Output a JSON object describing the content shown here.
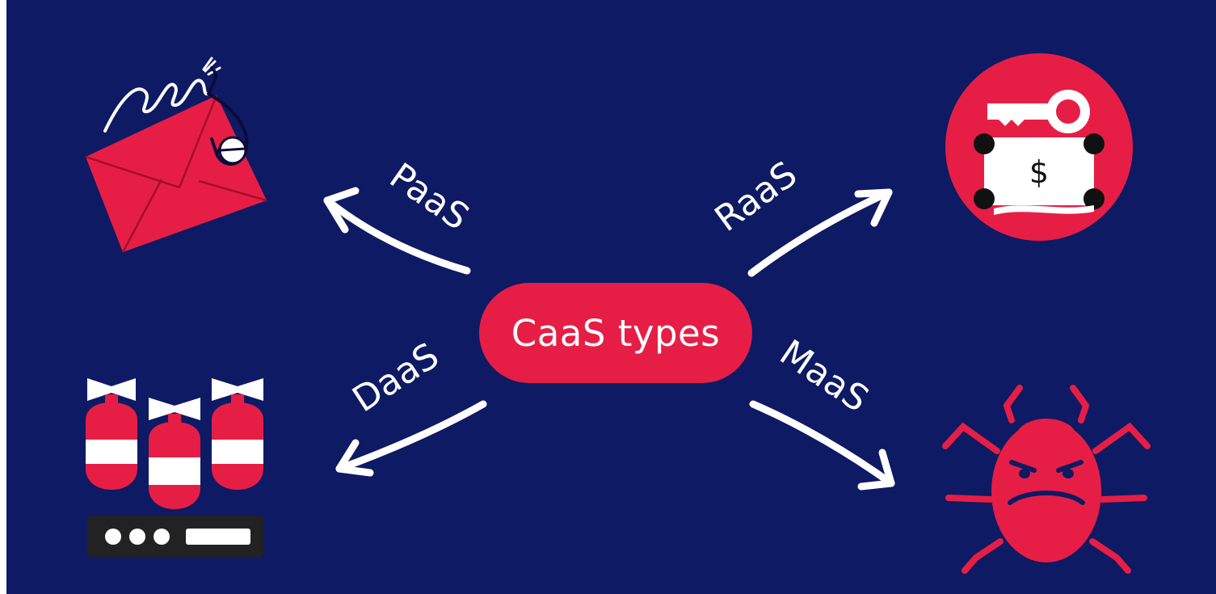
{
  "diagram": {
    "center_label": "CaaS types",
    "branches": [
      {
        "label": "PaaS",
        "icon": "phishing-envelope-icon"
      },
      {
        "label": "RaaS",
        "icon": "ransom-key-money-icon"
      },
      {
        "label": "DaaS",
        "icon": "ddos-bombs-icon"
      },
      {
        "label": "MaaS",
        "icon": "malware-bug-icon"
      }
    ]
  },
  "colors": {
    "background": "#0e1a63",
    "accent": "#e61e45",
    "text": "#ffffff",
    "dark": "#222222"
  }
}
